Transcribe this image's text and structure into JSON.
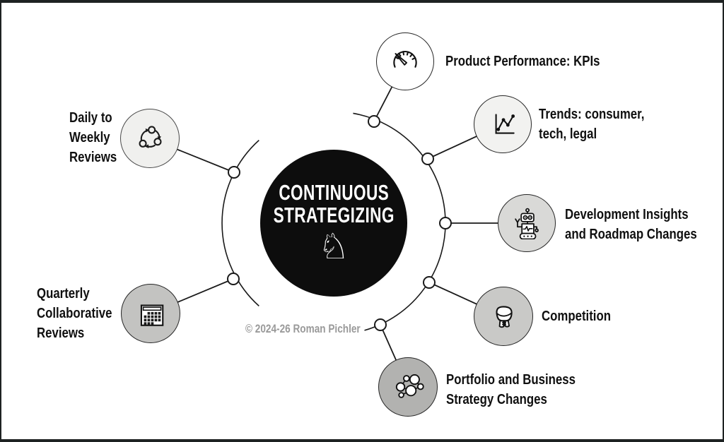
{
  "hub": {
    "title_line1": "CONTINUOUS",
    "title_line2": "STRATEGIZING",
    "knight_glyph": "♘",
    "copyright": "© 2024-26 Roman Pichler"
  },
  "nodes": [
    {
      "id": "product-performance-kpis",
      "icon": "gauge-icon",
      "label_lines": [
        "Product Performance: KPIs"
      ]
    },
    {
      "id": "trends",
      "icon": "line-chart-icon",
      "label_lines": [
        "Trends: consumer,",
        "tech, legal"
      ]
    },
    {
      "id": "development-insights",
      "icon": "robot-icon",
      "label_lines": [
        "Development Insights",
        "and Roadmap Changes"
      ]
    },
    {
      "id": "competition",
      "icon": "boxing-glove-icon",
      "label_lines": [
        "Competition"
      ]
    },
    {
      "id": "portfolio-business-strategy",
      "icon": "molecule-icon",
      "label_lines": [
        "Portfolio and Business",
        "Strategy Changes"
      ]
    },
    {
      "id": "daily-weekly-reviews",
      "icon": "cycle-arrows-icon",
      "label_lines": [
        "Daily to",
        "Weekly",
        "Reviews"
      ]
    },
    {
      "id": "quarterly-collaborative-reviews",
      "icon": "calendar-icon",
      "label_lines": [
        "Quarterly",
        "Collaborative",
        "Reviews"
      ]
    }
  ],
  "colors": {
    "hub": "#0d0d0d",
    "node_white": "#ffffff",
    "node_light": "#f2f2f0",
    "node_lighter": "#f0f0ee",
    "node_mid": "#d9d9d7",
    "node_gray": "#c9c9c7",
    "node_gray2": "#c3c3c1",
    "node_dark": "#b2b2b0",
    "wire": "#1a1a1a",
    "label": "#101010",
    "copyright": "#9a9a9a"
  }
}
